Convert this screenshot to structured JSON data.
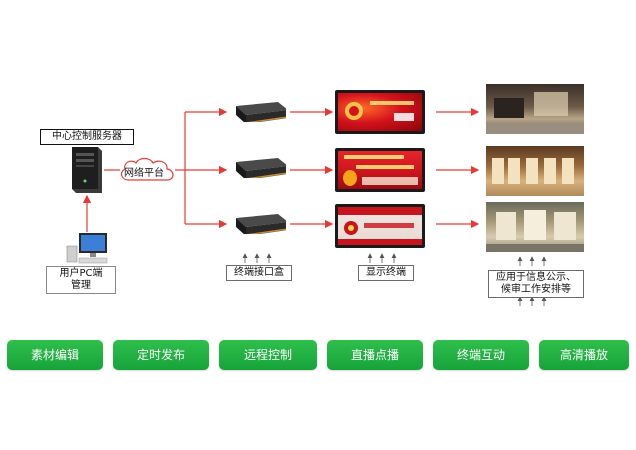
{
  "server_label": "中心控制服务器",
  "cloud_label": "网络平台",
  "pc_label_line1": "用户PC端",
  "pc_label_line2": "管理",
  "box_label": "终端接口盒",
  "display_label": "显示终端",
  "application_line1": "应用于信息公示、",
  "application_line2": "候审工作安排等",
  "screens": [
    {
      "text_a": "",
      "text_b": ""
    },
    {
      "text_a": "",
      "text_b": ""
    },
    {
      "text_a": "",
      "text_b": ""
    }
  ],
  "features": [
    "素材编辑",
    "定时发布",
    "远程控制",
    "直播点播",
    "终端互动",
    "高清播放"
  ],
  "colors": {
    "arrow": "#e53a35",
    "feature_green": "#1fad3f",
    "screen_red": "#c8141c"
  }
}
